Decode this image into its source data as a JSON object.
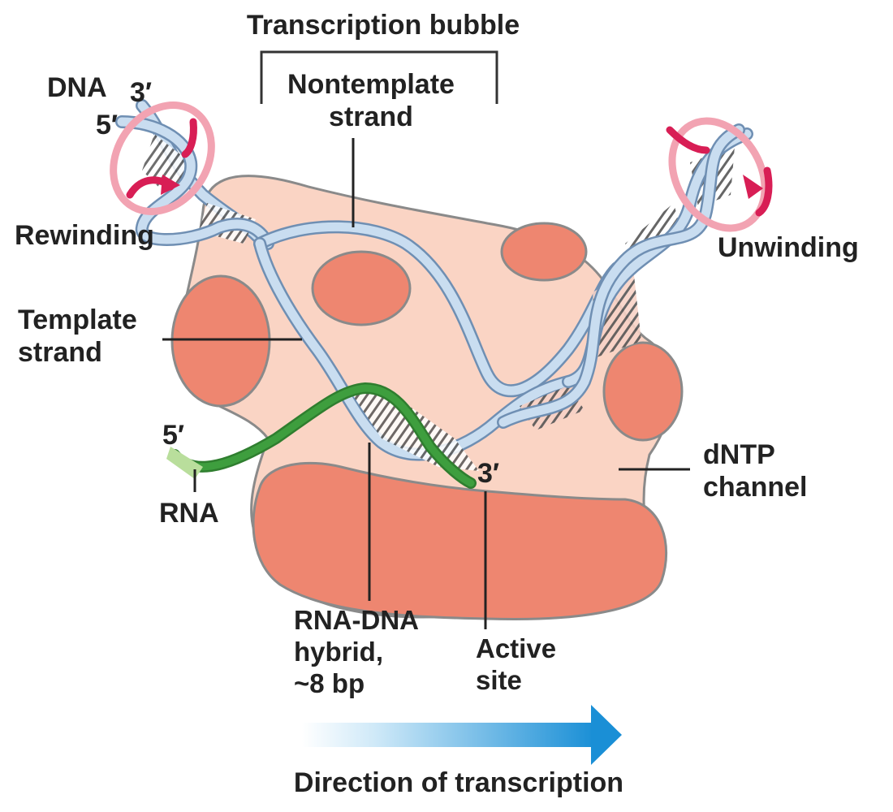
{
  "labels": {
    "transcription_bubble": "Transcription bubble",
    "nontemplate_strand": [
      "Nontemplate",
      "strand"
    ],
    "dna": "DNA",
    "dna_3prime": "3′",
    "dna_5prime": "5′",
    "rewinding": "Rewinding",
    "unwinding": "Unwinding",
    "template_strand": [
      "Template",
      "strand"
    ],
    "rna_5prime": "5′",
    "rna": "RNA",
    "rna_3prime": "3′",
    "dntp_channel": [
      "dNTP",
      "channel"
    ],
    "rna_dna_hybrid": [
      "RNA-DNA",
      "hybrid,",
      "~8 bp"
    ],
    "active_site": [
      "Active",
      "site"
    ],
    "direction": "Direction of transcription"
  },
  "colors": {
    "enzyme_body": "#FAD4C4",
    "enzyme_lobe": "#EE8670",
    "enzyme_outline": "#8A8A8A",
    "dna_strand": "#C9DDF0",
    "dna_edge": "#6F8FB3",
    "rna_strand": "#3E9E3E",
    "rna_light": "#B9DE9C",
    "rotation_arrow": "#D81E55",
    "rotation_ring": "#F2A3B2",
    "direction_arrow": "#1A8FD6",
    "label_text": "#222222"
  }
}
